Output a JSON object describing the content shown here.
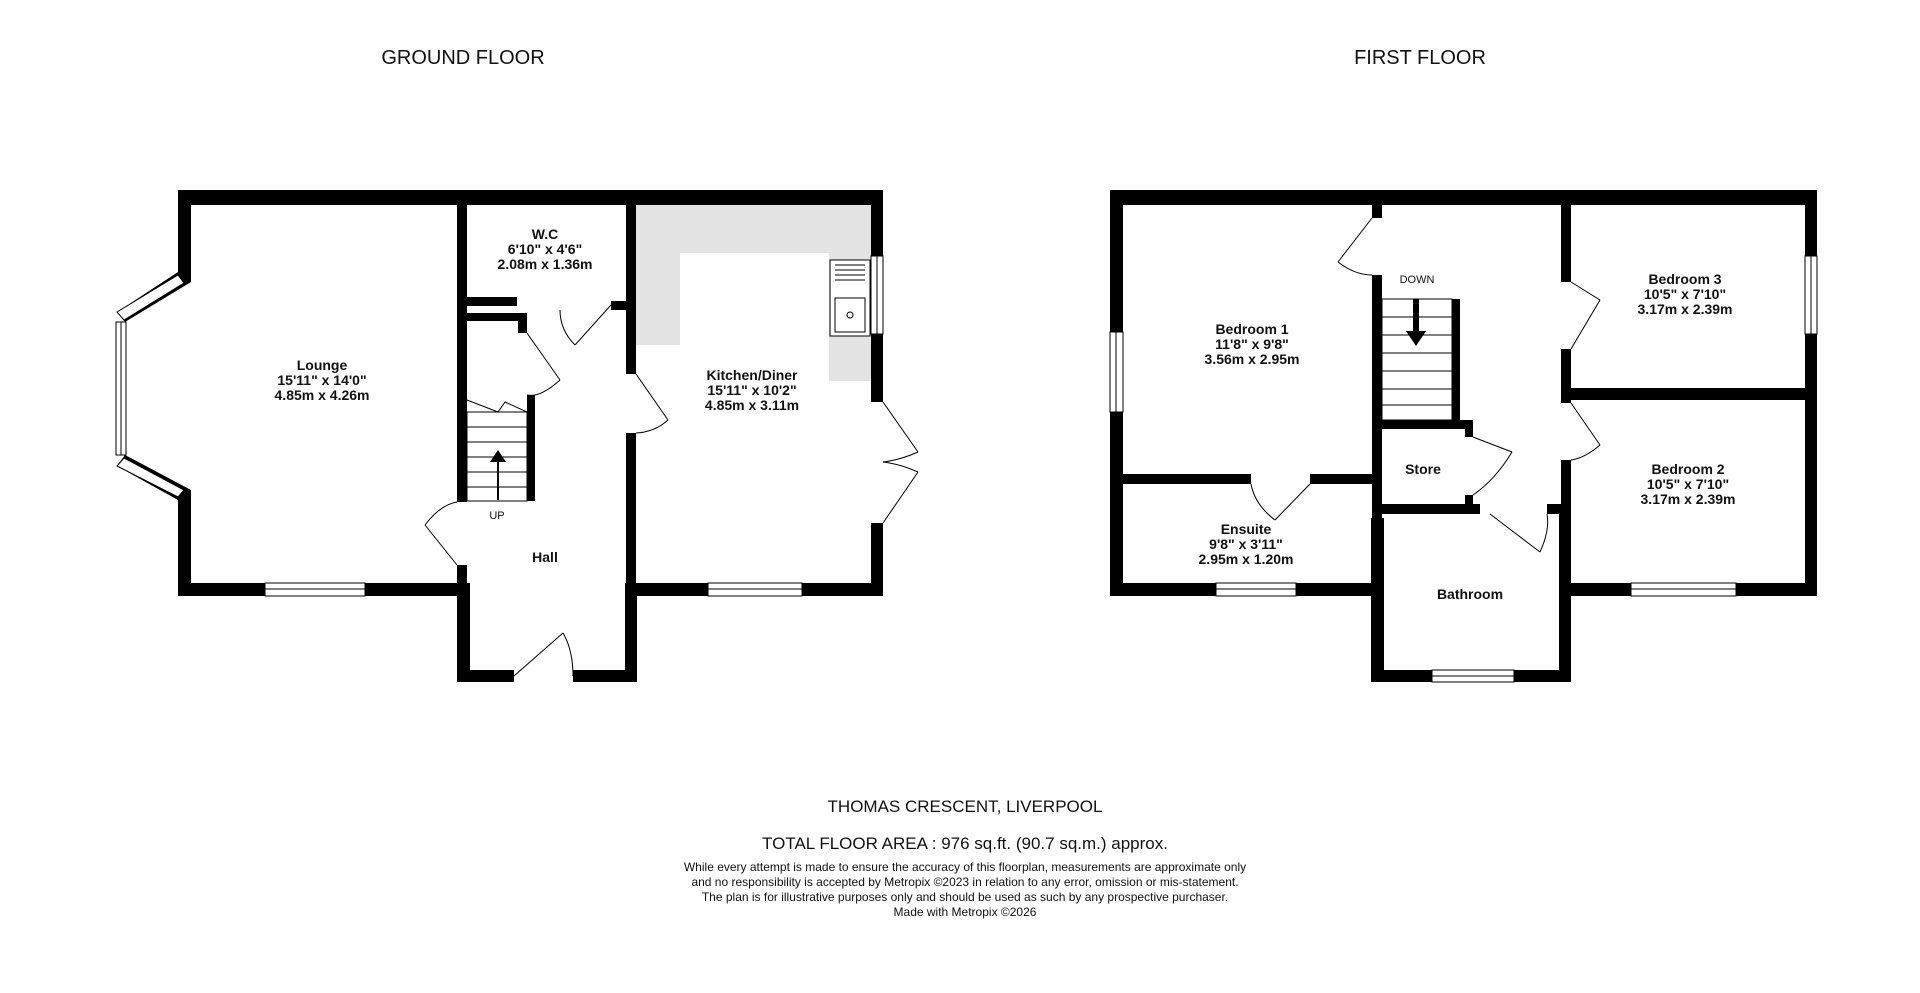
{
  "ground_floor": {
    "title": "GROUND FLOOR",
    "up_label": "UP",
    "rooms": {
      "lounge": {
        "name": "Lounge",
        "imperial": "15'11\"  x 14'0\"",
        "metric": "4.85m  x 4.26m"
      },
      "wc": {
        "name": "W.C",
        "imperial": "6'10\"  x 4'6\"",
        "metric": "2.08m  x 1.36m"
      },
      "kitchen": {
        "name": "Kitchen/Diner",
        "imperial": "15'11\"  x 10'2\"",
        "metric": "4.85m  x 3.11m"
      },
      "hall": {
        "name": "Hall"
      }
    }
  },
  "first_floor": {
    "title": "FIRST FLOOR",
    "down_label": "DOWN",
    "rooms": {
      "bedroom1": {
        "name": "Bedroom 1",
        "imperial": "11'8\"  x 9'8\"",
        "metric": "3.56m  x 2.95m"
      },
      "bedroom3": {
        "name": "Bedroom 3",
        "imperial": "10'5\"  x 7'10\"",
        "metric": "3.17m  x 2.39m"
      },
      "bedroom2": {
        "name": "Bedroom 2",
        "imperial": "10'5\"  x 7'10\"",
        "metric": "3.17m  x 2.39m"
      },
      "ensuite": {
        "name": "Ensuite",
        "imperial": "9'8\"  x 3'11\"",
        "metric": "2.95m  x 1.20m"
      },
      "store": {
        "name": "Store"
      },
      "bathroom": {
        "name": "Bathroom"
      }
    }
  },
  "footer": {
    "address": "THOMAS CRESCENT,  LIVERPOOL",
    "total_area": "TOTAL FLOOR AREA : 976 sq.ft. (90.7 sq.m.) approx.",
    "disclaimer": [
      "While every attempt is made to ensure the accuracy of this floorplan, measurements are approximate only",
      "and no responsibility is accepted by Metropix ©2023 in relation to any error, omission or mis-statement.",
      "The plan is for illustrative purposes only and should be used as such by any prospective purchaser.",
      "Made with Metropix ©2026"
    ]
  }
}
